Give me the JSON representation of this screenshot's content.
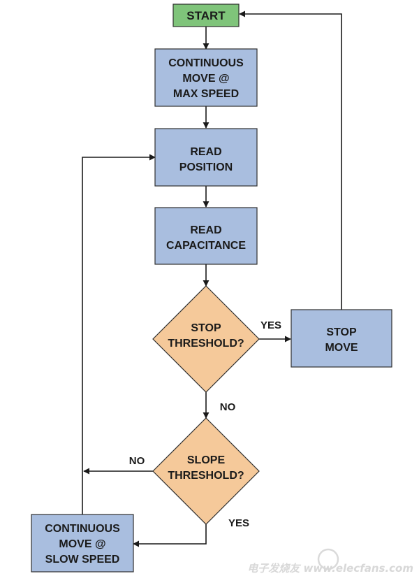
{
  "nodes": {
    "start": {
      "label": "START",
      "color": "#7fc47a"
    },
    "continuous_max": {
      "lines": [
        "CONTINUOUS",
        "MOVE @",
        "MAX SPEED"
      ],
      "color": "#a9bedf"
    },
    "read_position": {
      "lines": [
        "READ",
        "POSITION"
      ],
      "color": "#a9bedf"
    },
    "read_capacitance": {
      "lines": [
        "READ",
        "CAPACITANCE"
      ],
      "color": "#a9bedf"
    },
    "stop_threshold": {
      "lines": [
        "STOP",
        "THRESHOLD?"
      ],
      "color": "#f5c99a"
    },
    "stop_move": {
      "lines": [
        "STOP",
        "MOVE"
      ],
      "color": "#a9bedf"
    },
    "slope_threshold": {
      "lines": [
        "SLOPE",
        "THRESHOLD?"
      ],
      "color": "#f5c99a"
    },
    "continuous_slow": {
      "lines": [
        "CONTINUOUS",
        "MOVE @",
        "SLOW SPEED"
      ],
      "color": "#a9bedf"
    }
  },
  "edge_labels": {
    "stop_yes": "YES",
    "stop_no": "NO",
    "slope_no": "NO",
    "slope_yes": "YES"
  },
  "watermark": "电子发烧友 www.elecfans.com"
}
